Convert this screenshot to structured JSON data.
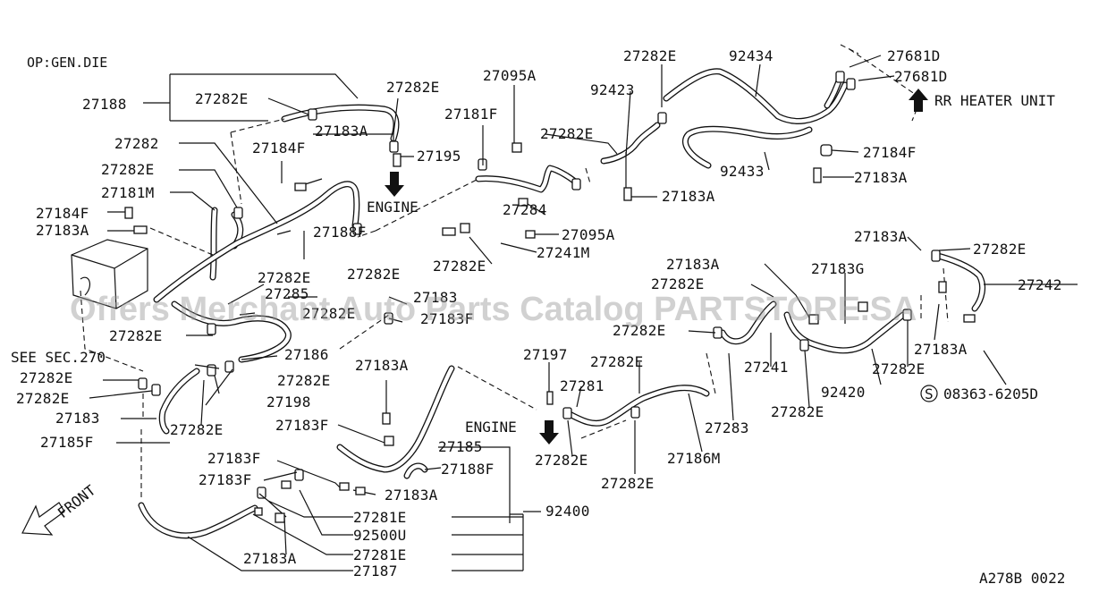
{
  "header": {
    "option_text": "OP:GEN.DIE",
    "diagram_code": "A278B 0022"
  },
  "watermark": "Offers Merchant Auto Parts Catalog PARTSTORE.SA",
  "notes": {
    "engine_top": "ENGINE",
    "engine_mid": "ENGINE",
    "rr_heater": "RR HEATER UNIT",
    "see_sec": "SEE SEC.270",
    "front": "FRONT",
    "bolt_symbol": "S",
    "bolt_part": "08363-6205D"
  },
  "parts": {
    "p27188": "27188",
    "p27282E_a": "27282E",
    "p27282": "27282",
    "p27183A_a": "27183A",
    "p27184F_a": "27184F",
    "p27282E_b": "27282E",
    "p27181M": "27181M",
    "p27184F_b": "27184F",
    "p27183A_b": "27183A",
    "p27188F_a": "27188F",
    "p27282E_c": "27282E",
    "p27282E_d": "27282E",
    "p27285": "27285",
    "p27282E_e": "27282E",
    "p27183_top": "27183",
    "p27183F_a": "27183F",
    "p27282E_f": "27282E",
    "p27186": "27186",
    "p27282E_g": "27282E",
    "p27282E_h": "27282E",
    "p27198": "27198",
    "p27183_b": "27183",
    "p27282E_i": "27282E",
    "p27185F": "27185F",
    "p27282E_j": "27282E",
    "p27195": "27195",
    "p27282E_top": "27282E",
    "p27095A_a": "27095A",
    "p27181F": "27181F",
    "p27282E_k": "27282E",
    "p27284": "27284",
    "p27095A_b": "27095A",
    "p27241M": "27241M",
    "p27282E_l": "27282E",
    "p27183A_c": "27183A",
    "p92423": "92423",
    "p27282E_m": "27282E",
    "p92434": "92434",
    "p27681D_a": "27681D",
    "p27681D_b": "27681D",
    "p27184F_c": "27184F",
    "p92433": "92433",
    "p27183A_d": "27183A",
    "p27183A_e": "27183A",
    "p27282E_n": "27282E",
    "p27242": "27242",
    "p27183A_f": "27183A",
    "p27183G": "27183G",
    "p27282E_o": "27282E",
    "p27282E_p": "27282E",
    "p27241": "27241",
    "p27183A_g": "27183A",
    "p27282E_q": "27282E",
    "p92420": "92420",
    "p27282E_r": "27282E",
    "p27197": "27197",
    "p27282E_s": "27282E",
    "p27281": "27281",
    "p27283": "27283",
    "p27186M": "27186M",
    "p27282E_t": "27282E",
    "p27282E_u": "27282E",
    "p27183A_h": "27183A",
    "p27183F_b": "27183F",
    "p27185": "27185",
    "p27188F_b": "27188F",
    "p27183F_c": "27183F",
    "p27183A_i": "27183A",
    "p27183F_d": "27183F",
    "p27281E_a": "27281E",
    "p92400": "92400",
    "p92500U": "92500U",
    "p27183A_j": "27183A",
    "p27281E_b": "27281E",
    "p27187": "27187"
  }
}
